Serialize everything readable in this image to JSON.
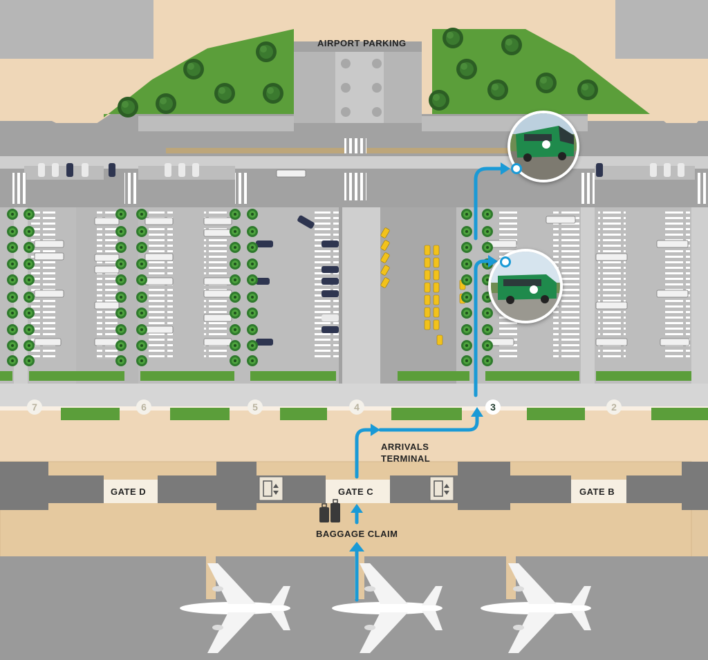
{
  "labels": {
    "parking": "AIRPORT PARKING",
    "arrivals_line1": "ARRIVALS",
    "arrivals_line2": "TERMINAL",
    "baggage": "BAGGAGE CLAIM",
    "gate_d": "GATE  D",
    "gate_c": "GATE C",
    "gate_b": "GATE  B"
  },
  "stops": [
    "7",
    "6",
    "5",
    "4",
    "3",
    "2"
  ],
  "highlighted_stop": "3",
  "icons": {
    "route": "route-arrow-icon",
    "baggage": "luggage-icon",
    "elevator": "elevator-icon",
    "aircraft": "airplane-icon",
    "bus_photo": "shuttle-bus-photo"
  },
  "colors": {
    "route": "#1a9ad6",
    "terminal": "#efd7b8",
    "terminal_inner": "#e3c8a0",
    "asphalt": "#a2a2a2",
    "lot": "#bdbdbd",
    "grass": "#5b9e3a",
    "taxi": "#f2c21b",
    "shuttle": "#1f8a4c"
  }
}
